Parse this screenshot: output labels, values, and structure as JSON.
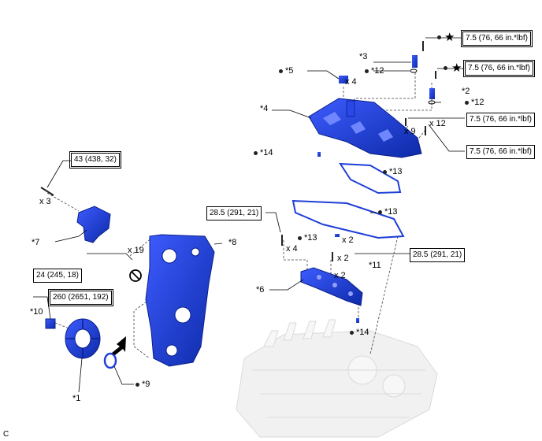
{
  "callouts": {
    "c1": "*1",
    "c2": "*2",
    "c3": "*3",
    "c4": "*4",
    "c5": "*5",
    "c6": "*6",
    "c7": "*7",
    "c8": "*8",
    "c9": "*9",
    "c10": "*10",
    "c11": "*11",
    "c12a": "*12",
    "c12b": "*12",
    "c13a": "*13",
    "c13b": "*13",
    "c13c": "*13",
    "c14a": "*14",
    "c14b": "*14"
  },
  "quantities": {
    "q1": "x 4",
    "q2": "x 9",
    "q3": "x 12",
    "q4": "x 3",
    "q5": "x 19",
    "q6": "x 2",
    "q7": "x 4",
    "q8": "x 2",
    "q9": "x 2"
  },
  "torques": {
    "t1": "7.5 (76, 66 in.*lbf)",
    "t2": "7.5 (76, 66 in.*lbf)",
    "t3": "7.5 (76, 66 in.*lbf)",
    "t4": "7.5 (76, 66 in.*lbf)",
    "t5": "43 (438, 32)",
    "t6": "28.5 (291, 21)",
    "t7": "28.5 (291, 21)",
    "t8": "24 (245, 18)",
    "t9": "260 (2651, 192)"
  },
  "corner_code": "C",
  "colors": {
    "part_blue": "#1f3fd6",
    "part_dark": "#0a1f8a",
    "line": "#000000",
    "engine_gray": "#d9d9d9"
  },
  "icons": [
    "star-icon",
    "no-reuse-icon",
    "arrow-indicator-icon"
  ]
}
